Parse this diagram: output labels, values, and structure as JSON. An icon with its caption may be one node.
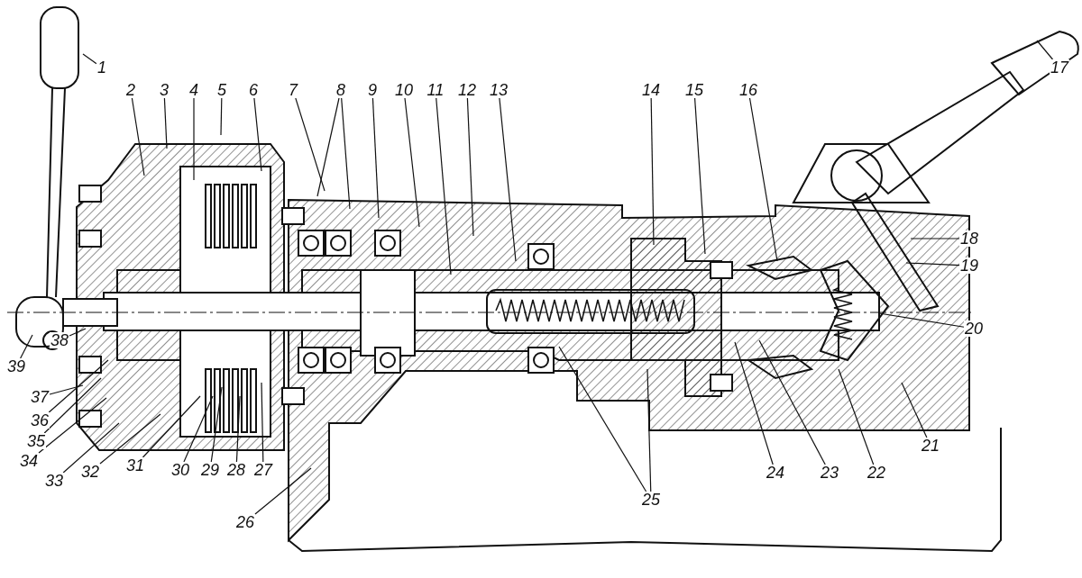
{
  "diagram": {
    "nodes": [
      {
        "text": [
          "1"
        ]
      },
      {
        "text": [
          "2"
        ]
      },
      {
        "text": [
          "3"
        ]
      },
      {
        "text": [
          "4"
        ]
      },
      {
        "text": [
          "5"
        ]
      },
      {
        "text": [
          "6"
        ]
      },
      {
        "text": [
          "7"
        ]
      },
      {
        "text": [
          "8"
        ]
      },
      {
        "text": [
          "9"
        ]
      },
      {
        "text": [
          "10"
        ]
      },
      {
        "text": [
          "11"
        ]
      },
      {
        "text": [
          "12"
        ]
      },
      {
        "text": [
          "13"
        ]
      },
      {
        "text": [
          "14"
        ]
      },
      {
        "text": [
          "15"
        ]
      },
      {
        "text": [
          "16"
        ]
      },
      {
        "text": [
          "17"
        ]
      },
      {
        "text": [
          "18"
        ]
      },
      {
        "text": [
          "19"
        ]
      },
      {
        "text": [
          "20"
        ]
      },
      {
        "text": [
          "21"
        ]
      },
      {
        "text": [
          "22"
        ]
      },
      {
        "text": [
          "23"
        ]
      },
      {
        "text": [
          "24"
        ]
      },
      {
        "text": [
          "25"
        ]
      },
      {
        "text": [
          "26"
        ]
      },
      {
        "text": [
          "27"
        ]
      },
      {
        "text": [
          "28"
        ]
      },
      {
        "text": [
          "29"
        ]
      },
      {
        "text": [
          "30"
        ]
      },
      {
        "text": [
          "31"
        ]
      },
      {
        "text": [
          "32"
        ]
      },
      {
        "text": [
          "33"
        ]
      },
      {
        "text": [
          "34"
        ]
      },
      {
        "text": [
          "35"
        ]
      },
      {
        "text": [
          "36"
        ]
      },
      {
        "text": [
          "37"
        ]
      },
      {
        "text": [
          "38"
        ]
      },
      {
        "text": [
          "39"
        ]
      }
    ],
    "edges": [
      {
        "from": 0,
        "to": null,
        "arrow": "none"
      },
      {
        "from": 1,
        "to": null,
        "arrow": "none"
      },
      {
        "from": 2,
        "to": null,
        "arrow": "none"
      },
      {
        "from": 3,
        "to": null,
        "arrow": "none"
      },
      {
        "from": 4,
        "to": null,
        "arrow": "none"
      },
      {
        "from": 5,
        "to": null,
        "arrow": "none"
      },
      {
        "from": 6,
        "to": null,
        "arrow": "none"
      },
      {
        "from": 7,
        "to": null,
        "arrow": "none"
      },
      {
        "from": 7,
        "to": null,
        "arrow": "none"
      },
      {
        "from": 8,
        "to": null,
        "arrow": "none"
      },
      {
        "from": 9,
        "to": null,
        "arrow": "none"
      },
      {
        "from": 10,
        "to": null,
        "arrow": "none"
      },
      {
        "from": 11,
        "to": null,
        "arrow": "none"
      },
      {
        "from": 12,
        "to": null,
        "arrow": "none"
      },
      {
        "from": 13,
        "to": null,
        "arrow": "none"
      },
      {
        "from": 14,
        "to": null,
        "arrow": "none"
      },
      {
        "from": 15,
        "to": null,
        "arrow": "none"
      },
      {
        "from": 16,
        "to": null,
        "arrow": "none"
      },
      {
        "from": 17,
        "to": null,
        "arrow": "none"
      },
      {
        "from": 18,
        "to": null,
        "arrow": "none"
      },
      {
        "from": 19,
        "to": null,
        "arrow": "none"
      },
      {
        "from": 20,
        "to": null,
        "arrow": "none"
      },
      {
        "from": 21,
        "to": null,
        "arrow": "none"
      },
      {
        "from": 22,
        "to": null,
        "arrow": "none"
      },
      {
        "from": 23,
        "to": null,
        "arrow": "none"
      },
      {
        "from": 24,
        "to": null,
        "arrow": "none"
      },
      {
        "from": 24,
        "to": null,
        "arrow": "none"
      },
      {
        "from": 25,
        "to": null,
        "arrow": "none"
      },
      {
        "from": 26,
        "to": null,
        "arrow": "none"
      },
      {
        "from": 27,
        "to": null,
        "arrow": "none"
      },
      {
        "from": 28,
        "to": null,
        "arrow": "none"
      },
      {
        "from": 29,
        "to": null,
        "arrow": "none"
      },
      {
        "from": 30,
        "to": null,
        "arrow": "none"
      },
      {
        "from": 31,
        "to": null,
        "arrow": "none"
      },
      {
        "from": 32,
        "to": null,
        "arrow": "none"
      },
      {
        "from": 33,
        "to": null,
        "arrow": "none"
      },
      {
        "from": 34,
        "to": null,
        "arrow": "none"
      },
      {
        "from": 35,
        "to": null,
        "arrow": "none"
      },
      {
        "from": 36,
        "to": null,
        "arrow": "none"
      },
      {
        "from": 37,
        "to": null,
        "arrow": "none"
      },
      {
        "from": 38,
        "to": null,
        "arrow": "none"
      }
    ]
  }
}
